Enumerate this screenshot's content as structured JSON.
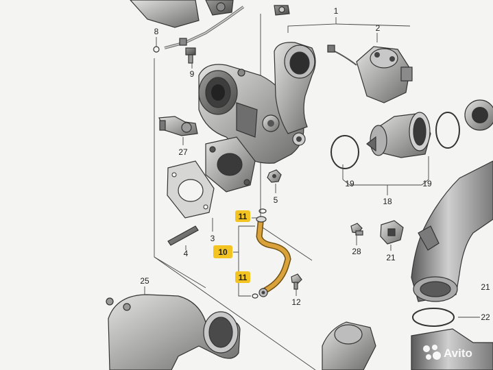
{
  "diagram": {
    "callouts": {
      "c1": "1",
      "c2": "2",
      "c3": "3",
      "c4": "4",
      "c5": "5",
      "c8": "8",
      "c9": "9",
      "c10": "10",
      "c11_top": "11",
      "c11_bottom": "11",
      "c12": "12",
      "c18": "18",
      "c19_left": "19",
      "c19_right": "19",
      "c21_mid": "21",
      "c21_right": "21",
      "c22": "22",
      "c25": "25",
      "c27": "27",
      "c28": "28"
    },
    "highlight_color": "#f2c321",
    "highlighted_part_color": "#d9a23a"
  },
  "watermark": {
    "text": "Avito"
  }
}
